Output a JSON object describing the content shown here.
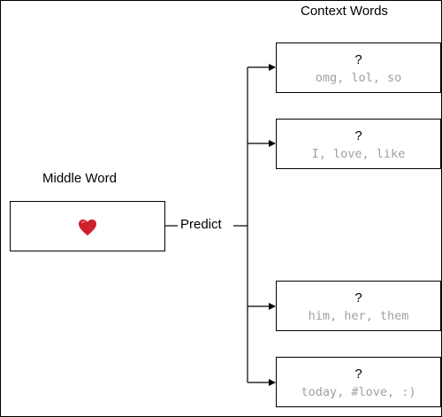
{
  "headers": {
    "context_words": "Context Words",
    "middle_word": "Middle Word"
  },
  "input": {
    "icon": "red-heart-emoji"
  },
  "edge_label": "Predict",
  "context_boxes": [
    {
      "question": "?",
      "examples": "omg, lol, so"
    },
    {
      "question": "?",
      "examples": "I, love, like"
    },
    {
      "question": "?",
      "examples": "him, her, them"
    },
    {
      "question": "?",
      "examples": "today, #love, :)"
    }
  ],
  "colors": {
    "example_text": "#a0a0a0",
    "heart": "#d0202a",
    "lines": "#000000"
  }
}
